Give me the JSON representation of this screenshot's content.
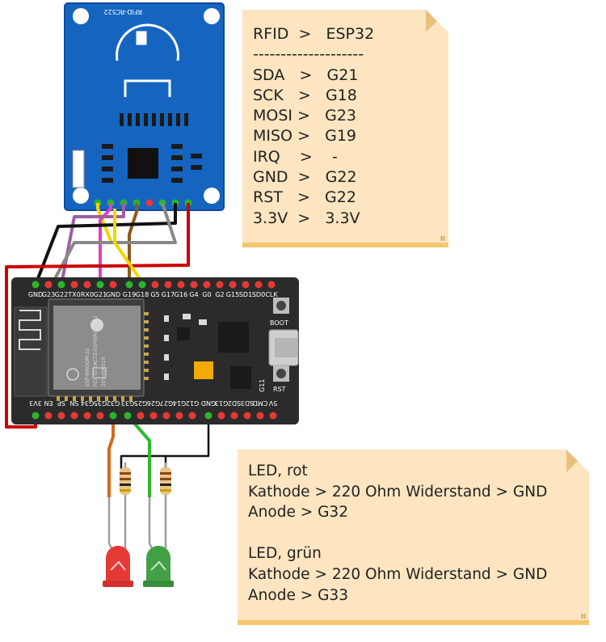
{
  "rfid_module": {
    "label": "RFID-RC522"
  },
  "esp32_board": {
    "top_pins": [
      "GND",
      "G23",
      "G22",
      "TX0",
      "RX0",
      "G21",
      "GND",
      "G19",
      "G18",
      "G5",
      "G17",
      "G16",
      "G4",
      "G0",
      "G2",
      "G15",
      "SD1",
      "SD0",
      "CLK"
    ],
    "bottom_pins": [
      "3V3",
      "EN",
      "SP",
      "SN",
      "G34",
      "G35",
      "G32",
      "G33",
      "G25",
      "G26",
      "G27",
      "G14",
      "G12",
      "GND",
      "G13",
      "SD2",
      "SD3",
      "CMD",
      "5V"
    ],
    "module_text": [
      "ESP-WROOM-32",
      "FCC ID:2AC7Z-ESPWROOM32",
      "205-000519"
    ],
    "button_labels": [
      "BOOT",
      "RST"
    ],
    "extra_label": "G11"
  },
  "note_rfid": {
    "lines": [
      "RFID  >   ESP32",
      "--------------------",
      "SDA   >   G21",
      "SCK   >   G18",
      "MOSI >   G23",
      "MISO >   G19",
      "IRQ    >    -",
      "GND  >   G22",
      "RST   >   G22",
      "3.3V  >   3.3V"
    ]
  },
  "note_led": {
    "lines": [
      "LED, rot",
      "Kathode > 220 Ohm Widerstand > GND",
      "Anode > G32",
      "",
      "LED, grün",
      "Kathode > 220 Ohm Widerstand > GND",
      "Anode > G33"
    ]
  },
  "colors": {
    "rfid_board": "#1565c0",
    "esp_board": "#2b2b2b",
    "note_bg": "#fce5c0",
    "wire_red": "#cc0000",
    "wire_black": "#111111",
    "wire_gray": "#888888",
    "wire_magenta": "#e040c0",
    "wire_violet": "#9c5fa0",
    "wire_yellow": "#f2d600",
    "wire_brown": "#8b5a1e",
    "wire_orange": "#d2691e",
    "wire_green": "#2eb82e",
    "led_red": "#e53935",
    "led_green": "#43a047"
  }
}
